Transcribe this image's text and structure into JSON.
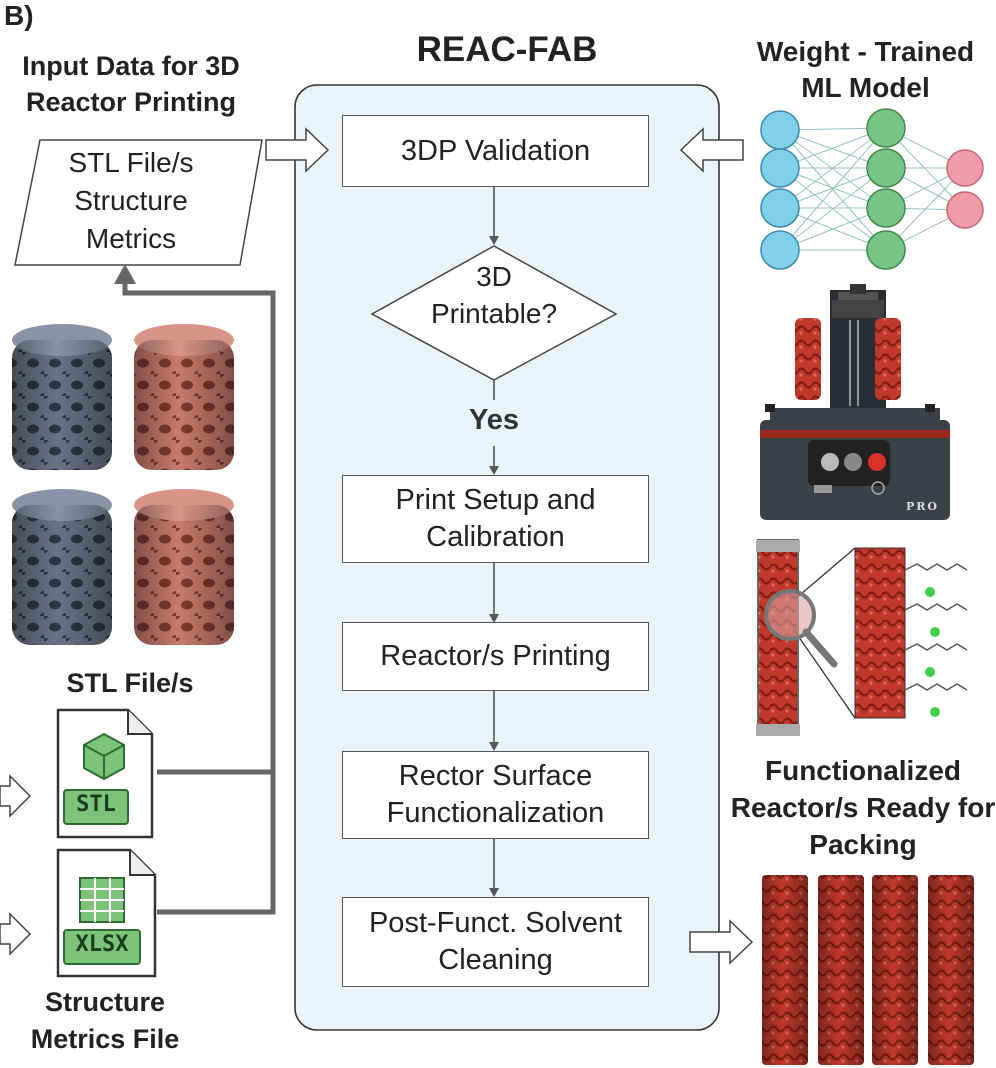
{
  "panel_label": "B)",
  "input_title": "Input Data for 3D Reactor Printing",
  "input_box": "STL File/s Structure Metrics",
  "stl_label": "STL File/s",
  "stl_icon_text": "STL",
  "xlsx_icon_text": "XLSX",
  "structure_label": "Structure Metrics File",
  "center_title": "REAC-FAB",
  "steps": {
    "validation": "3DP Validation",
    "decision": "3D Printable?",
    "yes": "Yes",
    "setup": "Print Setup and Calibration",
    "printing": "Reactor/s Printing",
    "functionalization": "Rector Surface Functionalization",
    "cleaning": "Post-Funct. Solvent Cleaning"
  },
  "ml_title": "Weight - Trained ML Model",
  "output_title": "Functionalized Reactor/s Ready for Packing",
  "printer_brand": "PRO",
  "colors": {
    "panel_bg": "#eaf3f8",
    "reactor_red": "#c0392b",
    "reactor_gray": "#5d6577",
    "nn_blue": "#7fd0ea",
    "nn_green": "#77c486",
    "nn_pink": "#f29aa6",
    "icon_green": "#7cc47a"
  }
}
